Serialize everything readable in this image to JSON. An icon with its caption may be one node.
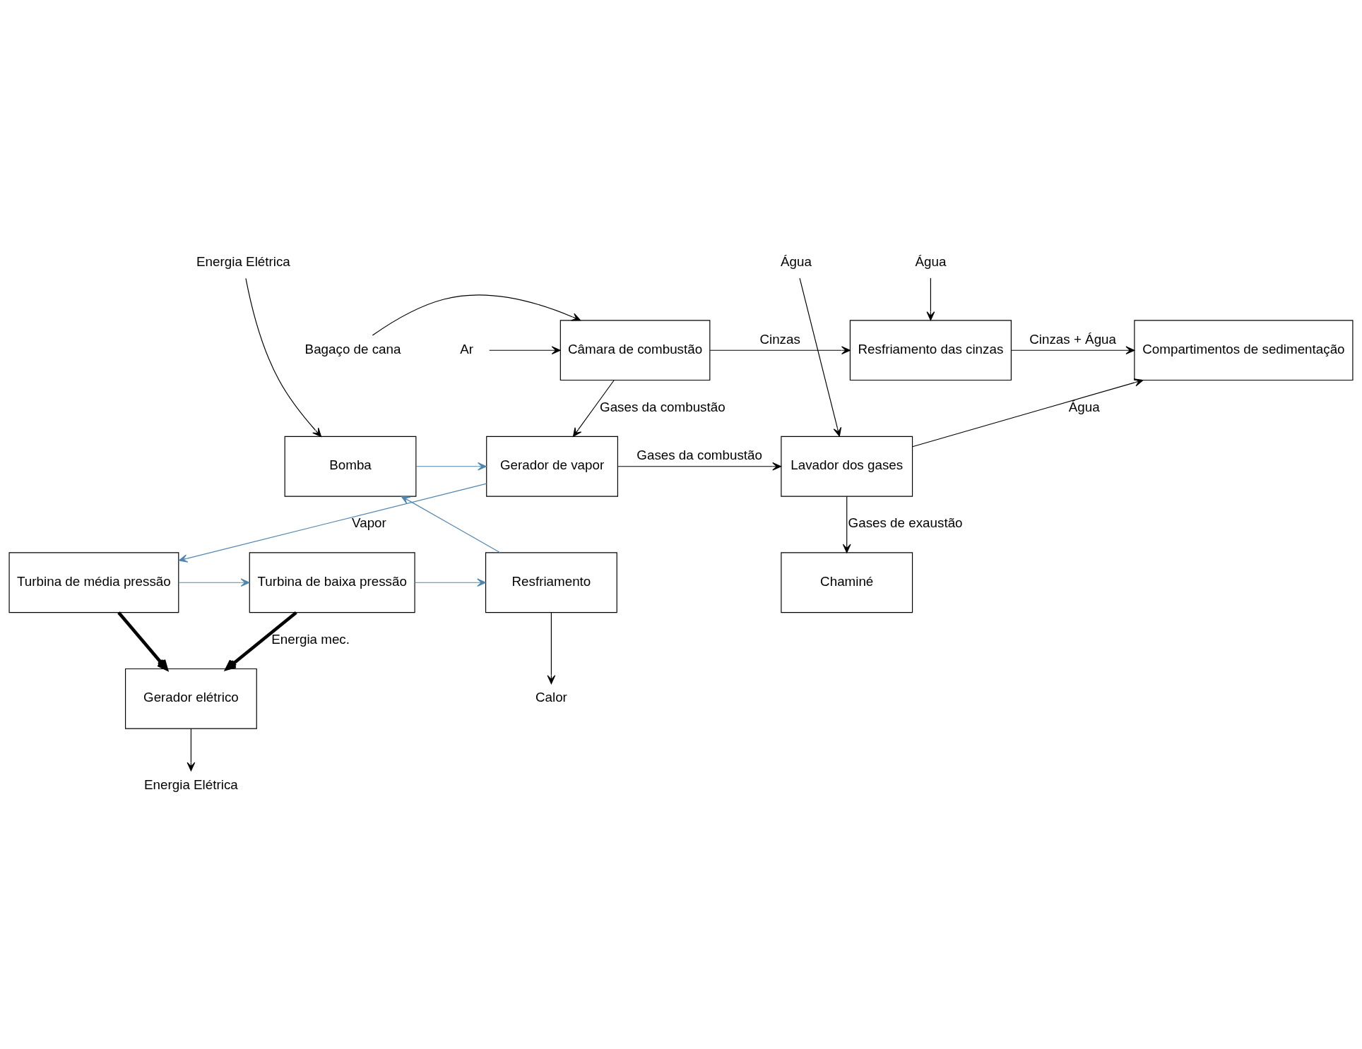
{
  "diagram": {
    "nodes": [
      {
        "text": [
          "Bagaço de cana"
        ]
      },
      {
        "text": [
          "Ar"
        ]
      },
      {
        "text": [
          "Câmara de combustão"
        ]
      },
      {
        "text": [
          "Resfriamento das cinzas"
        ]
      },
      {
        "text": [
          "Compartimentos de sedimentação"
        ]
      },
      {
        "text": [
          "Energia Elétrica"
        ]
      },
      {
        "text": [
          "Água"
        ]
      },
      {
        "text": [
          "Água"
        ]
      },
      {
        "text": [
          "Bomba"
        ]
      },
      {
        "text": [
          "Gerador de vapor"
        ]
      },
      {
        "text": [
          "Lavador dos gases"
        ]
      },
      {
        "text": [
          "Turbina de média pressão"
        ]
      },
      {
        "text": [
          "Turbina de baixa pressão"
        ]
      },
      {
        "text": [
          "Resfriamento"
        ]
      },
      {
        "text": [
          "Chaminé"
        ]
      },
      {
        "text": [
          "Gerador elétrico"
        ]
      },
      {
        "text": [
          "Calor"
        ]
      },
      {
        "text": [
          "Energia Elétrica"
        ]
      }
    ],
    "edges": [
      {
        "from": 0,
        "to": 2,
        "arrow": "to"
      },
      {
        "from": 1,
        "to": 2,
        "arrow": "to"
      },
      {
        "from": 2,
        "to": 3,
        "arrow": "to",
        "label": "Cinzas"
      },
      {
        "from": 3,
        "to": 4,
        "arrow": "to",
        "label": "Cinzas + Água"
      },
      {
        "from": 6,
        "to": 3,
        "arrow": "to"
      },
      {
        "from": 2,
        "to": 9,
        "arrow": "to",
        "label": "Gases da combustão"
      },
      {
        "from": 5,
        "to": 8,
        "arrow": "to"
      },
      {
        "from": 8,
        "to": 9,
        "arrow": "to",
        "color": "#4f86b0"
      },
      {
        "from": 9,
        "to": 10,
        "arrow": "to",
        "label": "Gases da combustão"
      },
      {
        "from": 7,
        "to": 10,
        "arrow": "to"
      },
      {
        "from": 10,
        "to": 4,
        "arrow": "to",
        "label": "Água"
      },
      {
        "from": 10,
        "to": 14,
        "arrow": "to",
        "label": "Gases de exaustão"
      },
      {
        "from": 9,
        "to": 11,
        "arrow": "to",
        "label": "Vapor",
        "color": "#4f86b0"
      },
      {
        "from": 11,
        "to": 12,
        "arrow": "to",
        "color": "#4f86b0"
      },
      {
        "from": 12,
        "to": 13,
        "arrow": "to",
        "color": "#4f86b0"
      },
      {
        "from": 13,
        "to": 8,
        "arrow": "to",
        "color": "#4f86b0"
      },
      {
        "from": 13,
        "to": 16,
        "arrow": "to"
      },
      {
        "from": 12,
        "to": 15,
        "arrow": "to",
        "label": "Energia mec.",
        "style": "thick"
      },
      {
        "from": 11,
        "to": 15,
        "arrow": "to",
        "style": "thick"
      },
      {
        "from": 15,
        "to": 17,
        "arrow": "to"
      }
    ]
  }
}
